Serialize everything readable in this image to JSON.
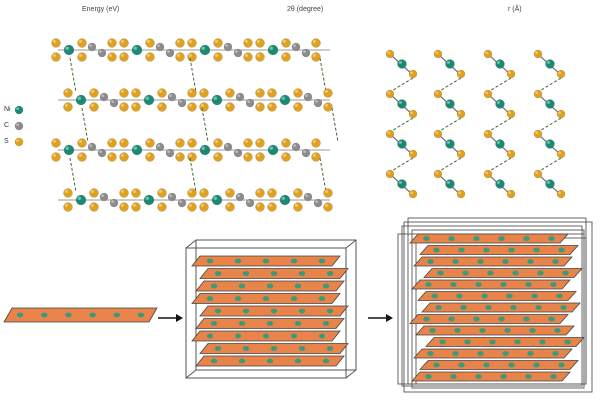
{
  "header_labels": {
    "energy": "Energy (eV)",
    "two_theta": "2θ (degree)",
    "r": "r (Å)"
  },
  "legend": [
    {
      "symbol": "Ni",
      "color": "#1a8a74"
    },
    {
      "symbol": "C",
      "color": "#8c8c8c"
    },
    {
      "symbol": "S",
      "color": "#e0a020"
    }
  ],
  "colors": {
    "ni": "#1a8a74",
    "c": "#8c8c8c",
    "s": "#e0a020",
    "sheet": "#e8844a",
    "sheet_dot": "#3a9a7c",
    "frame": "#555555",
    "dashed": "#446633"
  }
}
